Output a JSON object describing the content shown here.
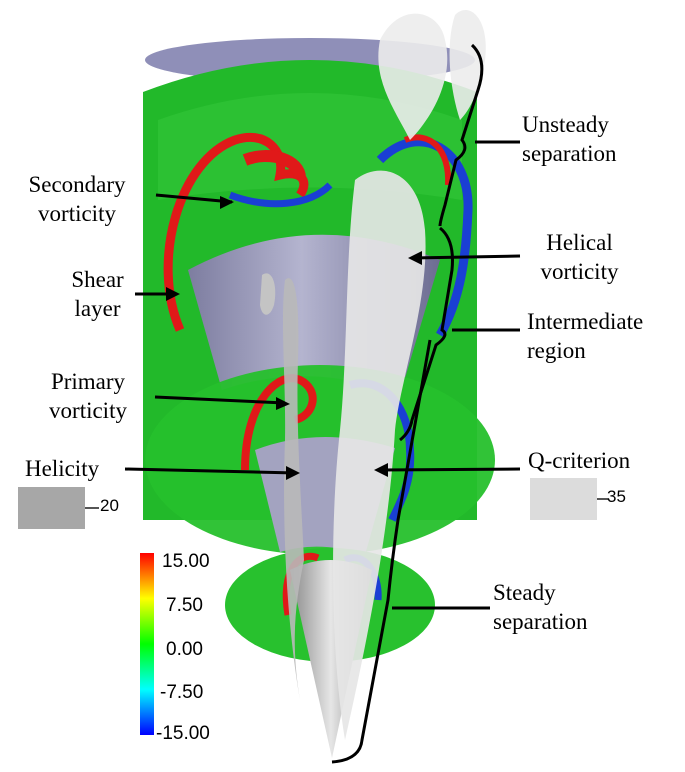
{
  "labels": {
    "unsteady_separation": [
      "Unsteady",
      "separation"
    ],
    "secondary_vorticity": [
      "Secondary",
      "vorticity"
    ],
    "helical_vorticity": [
      "Helical",
      "vorticity"
    ],
    "shear_layer": [
      "Shear",
      "layer"
    ],
    "intermediate_region": [
      "Intermediate",
      "region"
    ],
    "primary_vorticity": [
      "Primary",
      "vorticity"
    ],
    "helicity": "Helicity",
    "q_criterion": "Q-criterion",
    "steady_separation": [
      "Steady",
      "separation"
    ]
  },
  "iso_legend": {
    "helicity_value": "20",
    "q_value": "35",
    "helicity_color": "#a7a7a7",
    "q_color": "#dcdcdc"
  },
  "colorbar": {
    "ticks": [
      "15.00",
      "7.50",
      "0.00",
      "-7.50",
      "-15.00"
    ],
    "colors": [
      "#ff0000",
      "#ffff00",
      "#00ff00",
      "#00ffff",
      "#0000ff"
    ]
  },
  "colors": {
    "plane_green": "#1fbf24",
    "cone_body": "#9898b8",
    "isosurface": "#e8e8e8",
    "vortex_red": "#e41c1c",
    "vortex_blue": "#1d3fd6"
  }
}
